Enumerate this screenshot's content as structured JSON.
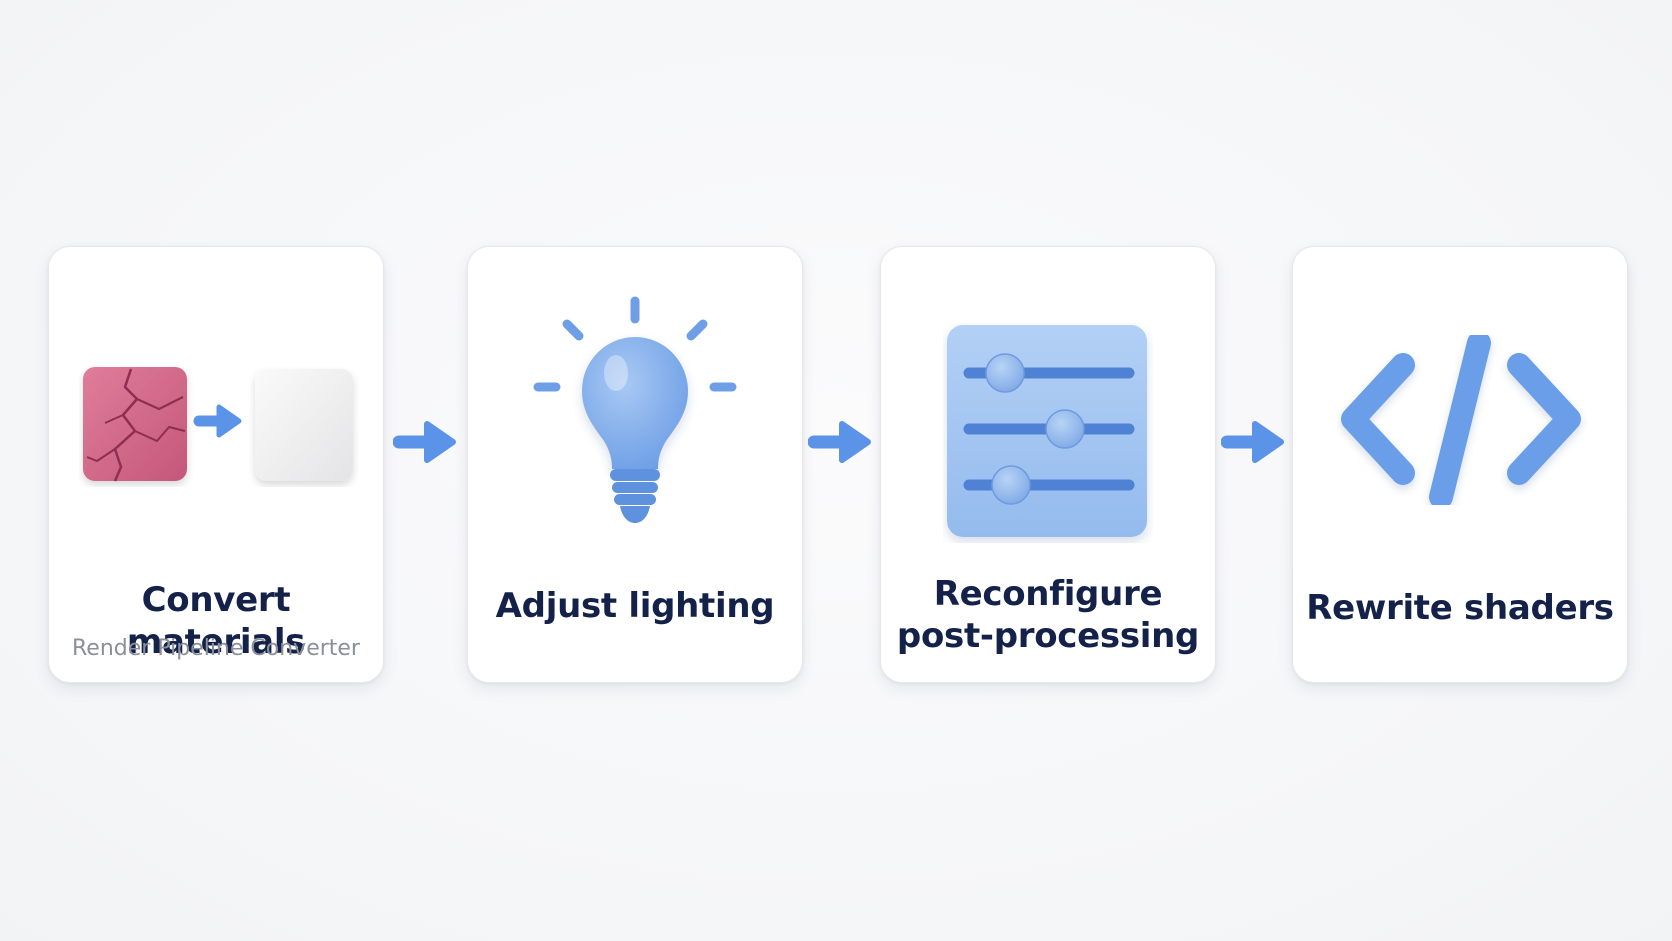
{
  "steps": [
    {
      "title": "Convert materials",
      "subtitle": "Render Pipeline Converter",
      "icon": "material-conversion-icon"
    },
    {
      "title": "Adjust lighting",
      "icon": "lightbulb-icon"
    },
    {
      "title_line1": "Reconfigure",
      "title_line2": "post-processing",
      "icon": "sliders-icon"
    },
    {
      "title": "Rewrite shaders",
      "icon": "code-icon"
    }
  ],
  "colors": {
    "title": "#14224a",
    "subtitle": "#8a8f99",
    "accent_blue": "#5a93e8",
    "icon_blue": "#8db6ee",
    "material_pink": "#d26a8a"
  }
}
